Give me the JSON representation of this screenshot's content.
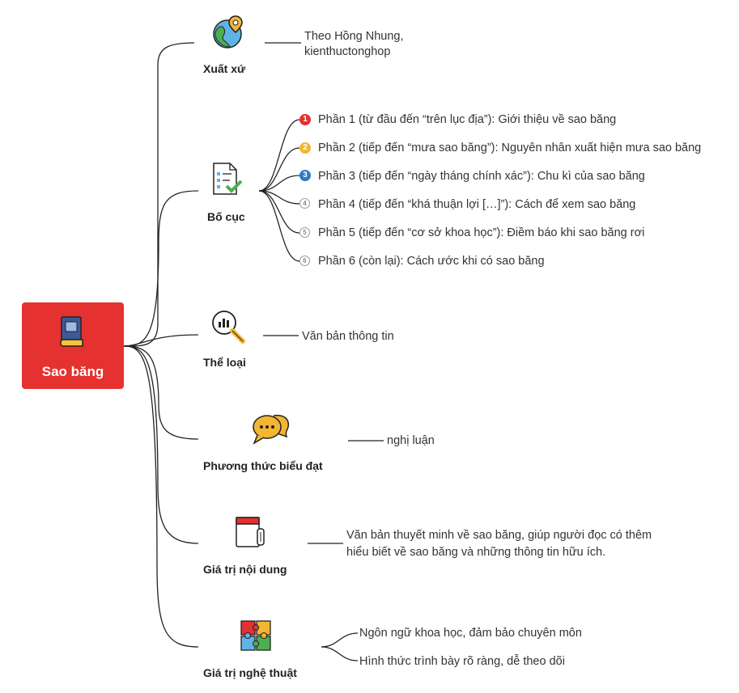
{
  "root": {
    "label": "Sao băng",
    "icon": "book-icon"
  },
  "branches": [
    {
      "title": "Xuất xứ",
      "icon": "globe-pin-icon",
      "leaves": [
        "Theo Hồng Nhung,",
        "kienthuctonghop"
      ]
    },
    {
      "title": "Bố cục",
      "icon": "checklist-icon",
      "leaves": [
        {
          "num": "1",
          "color": "#e5312f",
          "text": "Phần 1 (từ đầu đến “trên lục địa”): Giới thiệu về sao băng"
        },
        {
          "num": "2",
          "color": "#f2b632",
          "text": "Phần 2 (tiếp đến “mưa sao băng”): Nguyên nhân xuất hiện mưa sao băng"
        },
        {
          "num": "3",
          "color": "#2f79c8",
          "text": "Phần 3 (tiếp đến “ngày tháng chính xác”): Chu kì của sao băng"
        },
        {
          "num": "4",
          "color": "#999999",
          "text": "Phần 4 (tiếp đến “khá thuận lợi […]”): Cách để xem sao băng"
        },
        {
          "num": "5",
          "color": "#999999",
          "text": "Phần 5 (tiếp đến “cơ sở khoa học”): Điềm báo khi sao băng rơi"
        },
        {
          "num": "6",
          "color": "#999999",
          "text": "Phần 6 (còn lại): Cách ước khi có sao băng"
        }
      ]
    },
    {
      "title": "Thể loại",
      "icon": "magnifier-chart-icon",
      "leaves": [
        "Văn bản thông tin"
      ]
    },
    {
      "title": "Phương thức biểu đạt",
      "icon": "speech-bubbles-icon",
      "leaves": [
        "nghị luận"
      ]
    },
    {
      "title": "Giá trị nội dung",
      "icon": "notebook-icon",
      "leaves": [
        "Văn bản thuyết minh về sao băng, giúp người đọc có thêm",
        "hiểu biết về sao băng và những thông tin hữu ích."
      ]
    },
    {
      "title": "Giá trị nghệ thuật",
      "icon": "puzzle-icon",
      "leaves": [
        "Ngôn ngữ khoa học, đảm bảo chuyên môn",
        "Hình thức trình bày rõ ràng, dễ theo dõi"
      ]
    }
  ],
  "colors": {
    "root": "#e5312f",
    "line": "#222222"
  }
}
